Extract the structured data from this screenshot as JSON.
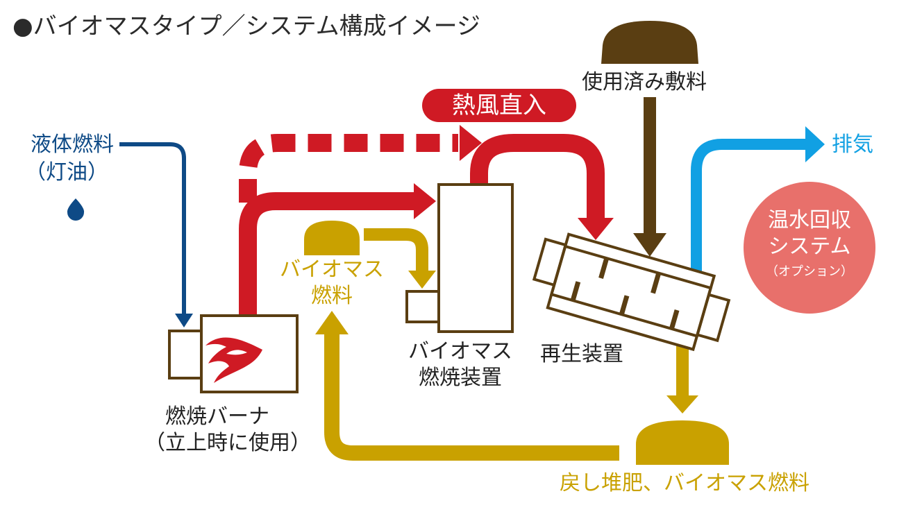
{
  "title": "●バイオマスタイプ／システム構成イメージ",
  "labels": {
    "liquid_fuel": "液体燃料",
    "kerosene": "（灯油）",
    "burner": "燃焼バーナ",
    "burner_note": "（立上時に使用）",
    "biomass_fuel_1": "バイオマス",
    "biomass_fuel_2": "燃料",
    "biomass_device_1": "バイオマス",
    "biomass_device_2": "燃焼装置",
    "hot_air": "熱風直入",
    "used_bedding": "使用済み敷料",
    "regenerator": "再生装置",
    "exhaust": "排気",
    "recovery_1": "温水回収",
    "recovery_2": "システム",
    "recovery_3": "（オプション）",
    "output": "戻し堆肥、バイオマス燃料"
  },
  "colors": {
    "red": "#cf1a24",
    "navy": "#0e4a86",
    "gold": "#c9a100",
    "brown": "#5a3e12",
    "cyan": "#11a0e3",
    "salmon": "#e8706b"
  },
  "icons": [
    "droplet-icon",
    "flame-icon"
  ]
}
